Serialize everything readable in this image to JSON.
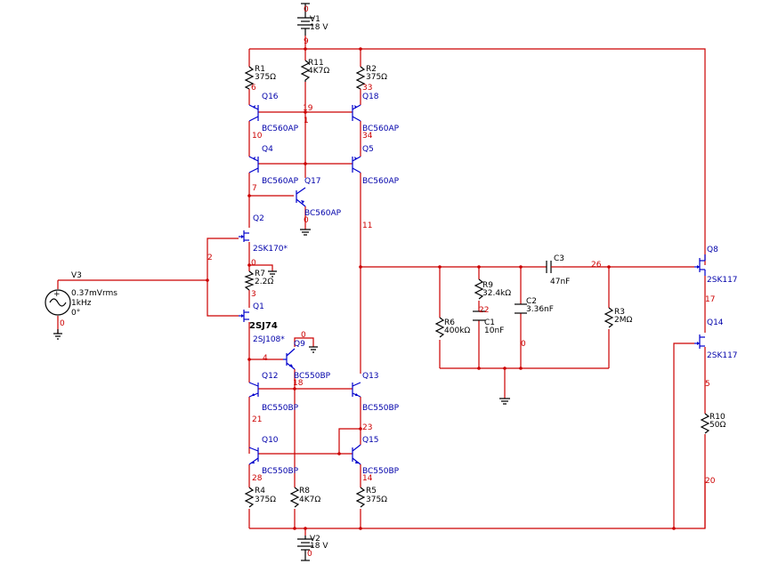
{
  "parts": {
    "v1": {
      "ref": "V1",
      "value": "18 V"
    },
    "v2": {
      "ref": "V2",
      "value": "18 V"
    },
    "v3": {
      "ref": "V3",
      "amplitude": "0.37mVrms",
      "frequency": "1kHz",
      "phase": "0°"
    },
    "r1": {
      "ref": "R1",
      "value": "375Ω"
    },
    "r2": {
      "ref": "R2",
      "value": "375Ω"
    },
    "r3": {
      "ref": "R3",
      "value": "2MΩ"
    },
    "r4": {
      "ref": "R4",
      "value": "375Ω"
    },
    "r5": {
      "ref": "R5",
      "value": "375Ω"
    },
    "r6": {
      "ref": "R6",
      "value": "400kΩ"
    },
    "r7": {
      "ref": "R7",
      "value": "2.2Ω"
    },
    "r8": {
      "ref": "R8",
      "value": "4K7Ω"
    },
    "r9": {
      "ref": "R9",
      "value": "32.4kΩ"
    },
    "r10": {
      "ref": "R10",
      "value": "50Ω"
    },
    "r11": {
      "ref": "R11",
      "value": "4K7Ω"
    },
    "c1": {
      "ref": "C1",
      "value": "10nF"
    },
    "c2": {
      "ref": "C2",
      "value": "3.36nF"
    },
    "c3": {
      "ref": "C3",
      "value": "47nF"
    },
    "q1": {
      "ref": "Q1",
      "model": "2SJ108*",
      "label": "2SJ74"
    },
    "q2": {
      "ref": "Q2",
      "model": "2SK170*"
    },
    "q4": {
      "ref": "Q4",
      "model": "BC560AP"
    },
    "q5": {
      "ref": "Q5",
      "model": "BC560AP"
    },
    "q8": {
      "ref": "Q8",
      "model": "2SK117"
    },
    "q9": {
      "ref": "Q9",
      "model": "BC550BP"
    },
    "q10": {
      "ref": "Q10",
      "model": "BC550BP"
    },
    "q12": {
      "ref": "Q12",
      "model": "BC550BP"
    },
    "q13": {
      "ref": "Q13",
      "model": "BC550BP"
    },
    "q14": {
      "ref": "Q14",
      "model": "2SK117"
    },
    "q15": {
      "ref": "Q15",
      "model": "BC550BP"
    },
    "q16": {
      "ref": "Q16",
      "model": "BC560AP"
    },
    "q17": {
      "ref": "Q17",
      "model": "BC560AP"
    },
    "q18": {
      "ref": "Q18",
      "model": "BC560AP"
    }
  },
  "nets": {
    "n0a": "0",
    "n9": "9",
    "n6": "6",
    "n33": "33",
    "n19": "19",
    "n1": "1",
    "n10": "10",
    "n34": "34",
    "n7": "7",
    "n0b": "0",
    "n11": "11",
    "n2": "2",
    "n0c": "0",
    "n3": "3",
    "n0d": "0",
    "n0e": "0",
    "n4": "4",
    "n18": "18",
    "n21": "21",
    "n23": "23",
    "n28": "28",
    "n14": "14",
    "n0f": "0",
    "n26": "26",
    "n22": "22",
    "n0g": "0",
    "n17": "17",
    "n5": "5",
    "n20": "20"
  }
}
